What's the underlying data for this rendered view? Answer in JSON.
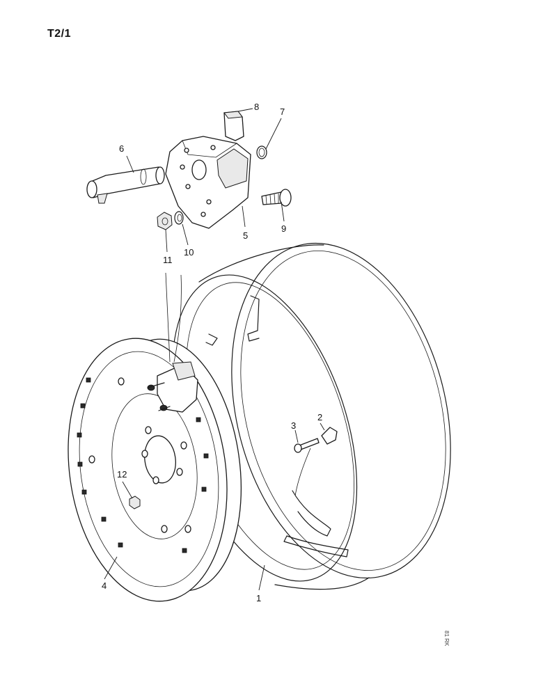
{
  "page": {
    "id": "T2/1",
    "ref_code": "81 RK"
  },
  "callouts": {
    "c1": "1",
    "c2": "2",
    "c3": "3",
    "c4": "4",
    "c5": "5",
    "c6": "6",
    "c7": "7",
    "c8": "8",
    "c9": "9",
    "c10": "10",
    "c11": "11",
    "c12": "12"
  }
}
